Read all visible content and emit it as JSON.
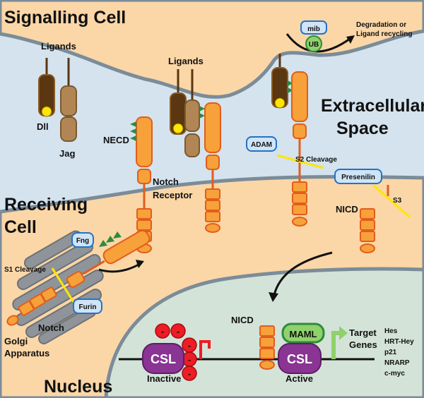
{
  "regions": {
    "signalling_cell": "Signalling Cell",
    "extracellular": [
      "Extracellular",
      "Space"
    ],
    "receiving_cell": [
      "Receiving",
      "Cell"
    ],
    "nucleus": "Nucleus"
  },
  "ligands": {
    "label_left": "Ligands",
    "label_center": "Ligands",
    "dll": "Dll",
    "jag": "Jag"
  },
  "notch": {
    "necd": "NECD",
    "receptor": [
      "Notch",
      "Receptor"
    ],
    "golgi_notch": "Notch",
    "nicd_membrane": "NICD",
    "nicd_nucleus": "NICD"
  },
  "enzymes": {
    "mib": "mib",
    "ub": "UB",
    "adam": "ADAM",
    "presenilin": "Presenilin",
    "fng": "Fng",
    "furin": "Furin"
  },
  "cleavage": {
    "s1": "S1 Cleavage",
    "s2": "S2 Cleavage",
    "s3": "S3"
  },
  "degradation": [
    "Degradation or",
    "Ligand recycling"
  ],
  "golgi": [
    "Golgi",
    "Apparatus"
  ],
  "transcription": {
    "csl": "CSL",
    "csl_active": "CSL",
    "maml": "MAML",
    "inactive": "Inactive",
    "active": "Active",
    "repressor_sign": "-",
    "target_genes": [
      "Target",
      "Genes"
    ],
    "genes": [
      "Hes",
      "HRT-Hey",
      "p21",
      "NRARP",
      "c-myc"
    ]
  },
  "colors": {
    "signalling_bg": "#fbd6a7",
    "extracellular_bg": "#d4e3ee",
    "nucleus_bg": "#d3e3d8",
    "notch_fill": "#f7a13a",
    "notch_stroke": "#e25d1b",
    "dll_fill": "#5a3611",
    "jag_fill": "#b28654",
    "enzyme_fill": "#cfe4f7",
    "enzyme_stroke": "#2473c4",
    "csl_fill": "#8a3494",
    "maml_fill": "#8fd16b",
    "repressor_fill": "#ee1c24",
    "membrane": "#7b8c99"
  }
}
